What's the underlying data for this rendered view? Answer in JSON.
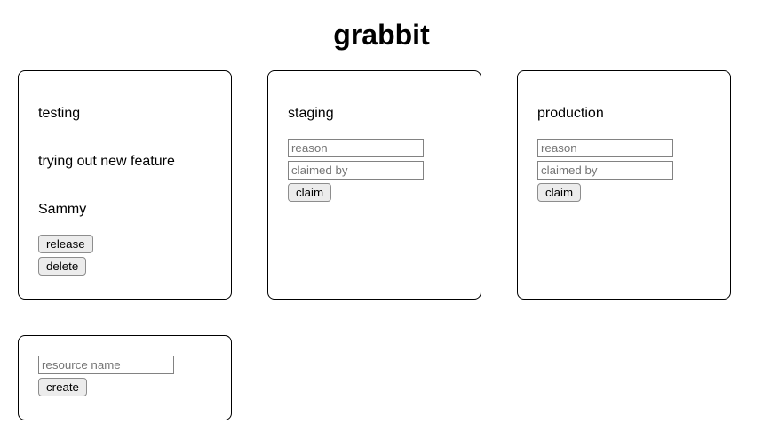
{
  "app": {
    "title": "grabbit"
  },
  "colors": {
    "background": "#ffffff",
    "card_border": "#000000",
    "text": "#000000",
    "input_border": "#828282",
    "placeholder_text": "#757575",
    "button_background": "#ececec",
    "button_border": "#8d8d8d"
  },
  "resources": [
    {
      "name": "testing",
      "state": "claimed",
      "reason": "trying out new feature",
      "claimed_by": "Sammy",
      "release_label": "release",
      "delete_label": "delete"
    },
    {
      "name": "staging",
      "state": "unclaimed",
      "reason_placeholder": "reason",
      "claimed_by_placeholder": "claimed by",
      "claim_label": "claim"
    },
    {
      "name": "production",
      "state": "unclaimed",
      "reason_placeholder": "reason",
      "claimed_by_placeholder": "claimed by",
      "claim_label": "claim"
    }
  ],
  "create_form": {
    "name_placeholder": "resource name",
    "create_label": "create"
  }
}
